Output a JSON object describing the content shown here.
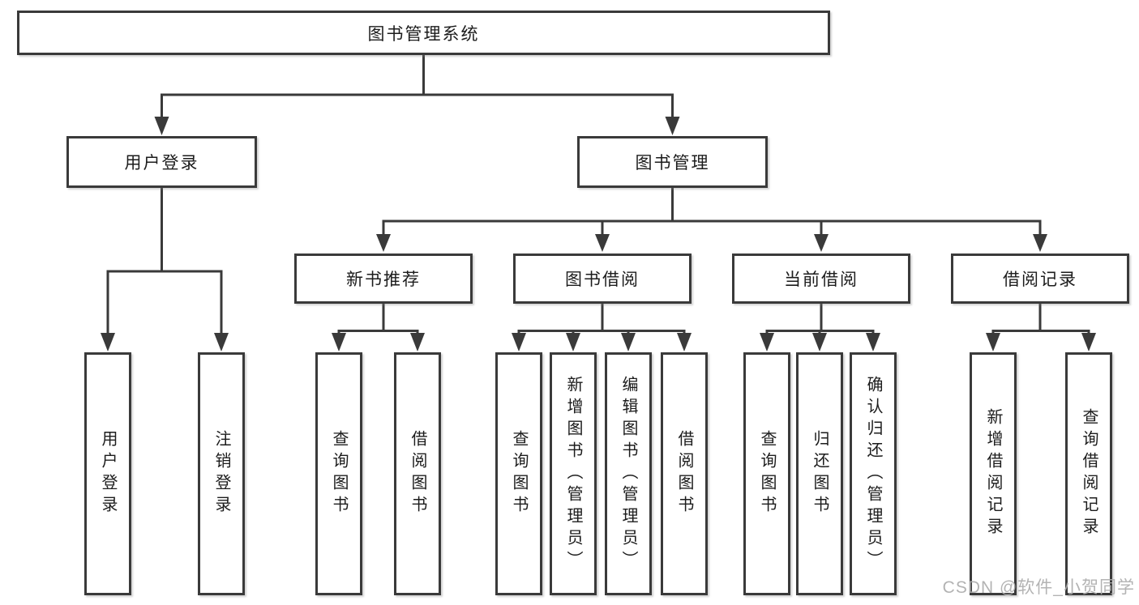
{
  "tree": {
    "root": {
      "label": "图书管理系统"
    },
    "level2": [
      {
        "label": "用户登录",
        "children": [
          {
            "label": "用户登录"
          },
          {
            "label": "注销登录"
          }
        ]
      },
      {
        "label": "图书管理",
        "children": [
          {
            "label": "新书推荐",
            "children": [
              {
                "label": "查询图书"
              },
              {
                "label": "借阅图书"
              }
            ]
          },
          {
            "label": "图书借阅",
            "children": [
              {
                "label": "查询图书"
              },
              {
                "label": "新增图书（管理员）"
              },
              {
                "label": "编辑图书（管理员）"
              },
              {
                "label": "借阅图书"
              }
            ]
          },
          {
            "label": "当前借阅",
            "children": [
              {
                "label": "查询图书"
              },
              {
                "label": "归还图书"
              },
              {
                "label": "确认归还（管理员）"
              }
            ]
          },
          {
            "label": "借阅记录",
            "children": [
              {
                "label": "新增借阅记录"
              },
              {
                "label": "查询借阅记录"
              }
            ]
          }
        ]
      }
    ]
  },
  "watermark": {
    "text": "CSDN @软件_小贺同学"
  },
  "colors": {
    "line": "#3a3a3a",
    "text": "#1c1c1c",
    "box_background": "#ffffff",
    "watermark": "#acacac"
  }
}
